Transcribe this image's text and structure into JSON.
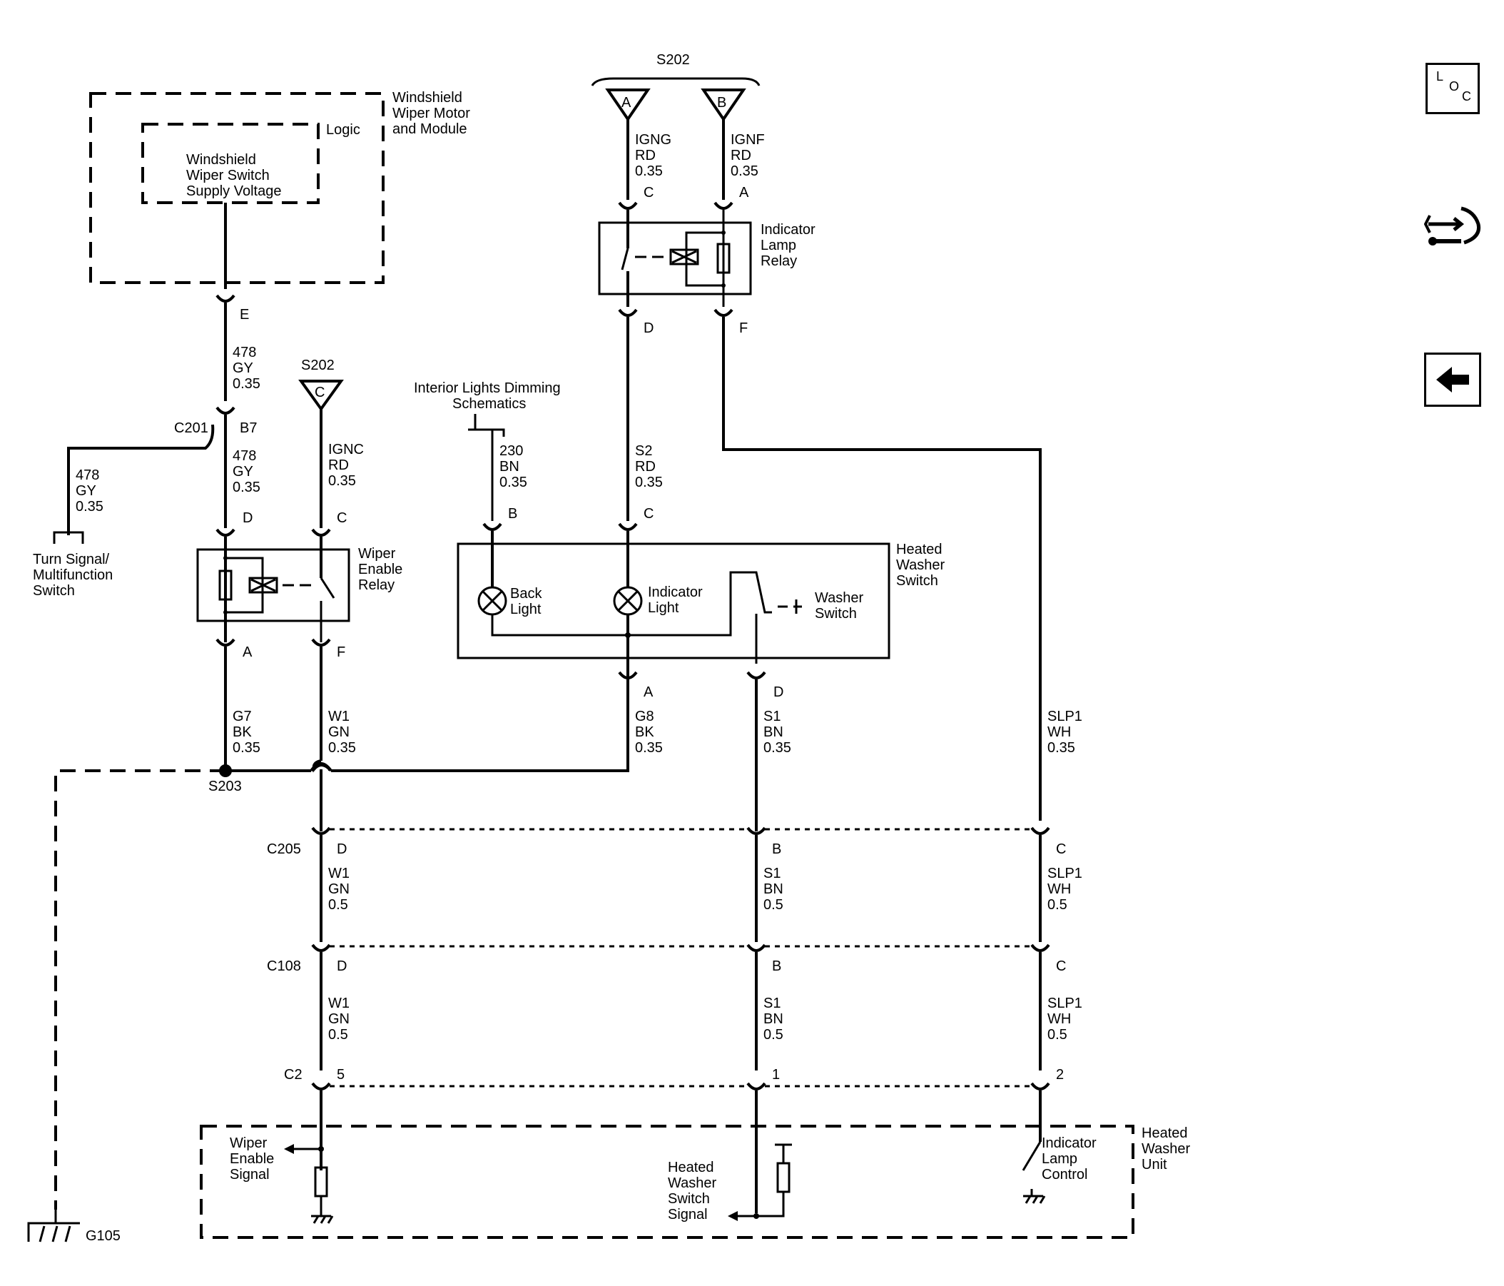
{
  "components": {
    "wiper_module": {
      "name_lines": [
        "Windshield",
        "Wiper Motor",
        "and Module"
      ],
      "logic_label": "Logic",
      "supply_lines": [
        "Windshield",
        "Wiper Switch",
        "Supply Voltage"
      ]
    },
    "indicator_relay": {
      "name_lines": [
        "Indicator",
        "Lamp",
        "Relay"
      ]
    },
    "wiper_relay": {
      "name_lines": [
        "Wiper",
        "Enable",
        "Relay"
      ]
    },
    "heated_switch": {
      "name_lines": [
        "Heated",
        "Washer",
        "Switch"
      ],
      "back_light": [
        "Back",
        "Light"
      ],
      "indicator_light": [
        "Indicator",
        "Light"
      ],
      "washer_switch": [
        "Washer",
        "Switch"
      ]
    },
    "heated_unit": {
      "name_lines": [
        "Heated",
        "Washer",
        "Unit"
      ],
      "wiper_signal": [
        "Wiper",
        "Enable",
        "Signal"
      ],
      "switch_signal": [
        "Heated",
        "Washer",
        "Switch",
        "Signal"
      ],
      "lamp_control": [
        "Indicator",
        "Lamp",
        "Control"
      ]
    },
    "turn_signal": {
      "name_lines": [
        "Turn Signal/",
        "Multifunction",
        "Switch"
      ]
    },
    "interior_ref": {
      "name_lines": [
        "Interior Lights Dimming",
        "Schematics"
      ]
    }
  },
  "splices": {
    "s202": "S202",
    "s203": "S203",
    "a": "A",
    "b": "B",
    "c": "C"
  },
  "ground": "G105",
  "connectors": {
    "c201": "C201",
    "c205": "C205",
    "c108": "C108",
    "c2": "C2"
  },
  "pins": {
    "e": "E",
    "b7": "B7",
    "d_wr": "D",
    "c_wr": "C",
    "a_wr": "A",
    "f_wr": "F",
    "c_ir": "C",
    "a_ir": "A",
    "d_ir": "D",
    "f_ir": "F",
    "b_hs": "B",
    "c_hs": "C",
    "a_hs": "A",
    "d_hs": "D",
    "c205_d": "D",
    "c205_b": "B",
    "c205_c": "C",
    "c108_d": "D",
    "c108_b": "B",
    "c108_c": "C",
    "c2_5": "5",
    "c2_1": "1",
    "c2_2": "2"
  },
  "wires": {
    "w478a": [
      "478",
      "GY",
      "0.35"
    ],
    "w478b": [
      "478",
      "GY",
      "0.35"
    ],
    "w478c": [
      "478",
      "GY",
      "0.35"
    ],
    "ignc": [
      "IGNC",
      "RD",
      "0.35"
    ],
    "igng": [
      "IGNG",
      "RD",
      "0.35"
    ],
    "ignf": [
      "IGNF",
      "RD",
      "0.35"
    ],
    "w230": [
      "230",
      "BN",
      "0.35"
    ],
    "s2": [
      "S2",
      "RD",
      "0.35"
    ],
    "g7": [
      "G7",
      "BK",
      "0.35"
    ],
    "w1a": [
      "W1",
      "GN",
      "0.35"
    ],
    "g8": [
      "G8",
      "BK",
      "0.35"
    ],
    "s1a": [
      "S1",
      "BN",
      "0.35"
    ],
    "slp1a": [
      "SLP1",
      "WH",
      "0.35"
    ],
    "w1b": [
      "W1",
      "GN",
      "0.5"
    ],
    "s1b": [
      "S1",
      "BN",
      "0.5"
    ],
    "slp1b": [
      "SLP1",
      "WH",
      "0.5"
    ],
    "w1c": [
      "W1",
      "GN",
      "0.5"
    ],
    "s1c": [
      "S1",
      "BN",
      "0.5"
    ],
    "slp1c": [
      "SLP1",
      "WH",
      "0.5"
    ]
  },
  "sidebar": {
    "loc": {
      "l": "L",
      "o": "O",
      "c": "C"
    },
    "connector_icon": "connector-view-icon",
    "back_icon": "back-arrow-icon"
  }
}
